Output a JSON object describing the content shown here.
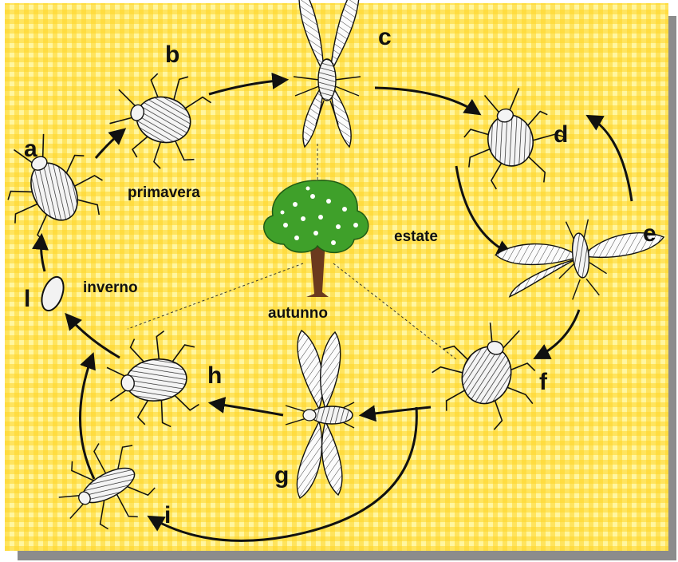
{
  "stages": {
    "a": "a",
    "b": "b",
    "c": "c",
    "d": "d",
    "e": "e",
    "f": "f",
    "g": "g",
    "h": "h",
    "i": "i",
    "l": "l"
  },
  "seasons": {
    "spring": "primavera",
    "summer": "estate",
    "autumn": "autunno",
    "winter": "inverno"
  },
  "colors": {
    "background": "#fff6a0",
    "checker": "#ffd628",
    "line": "#111111",
    "tree_foliage": "#3fa02a",
    "tree_trunk": "#6b3a1e",
    "shadow": "#8c8c8c"
  }
}
